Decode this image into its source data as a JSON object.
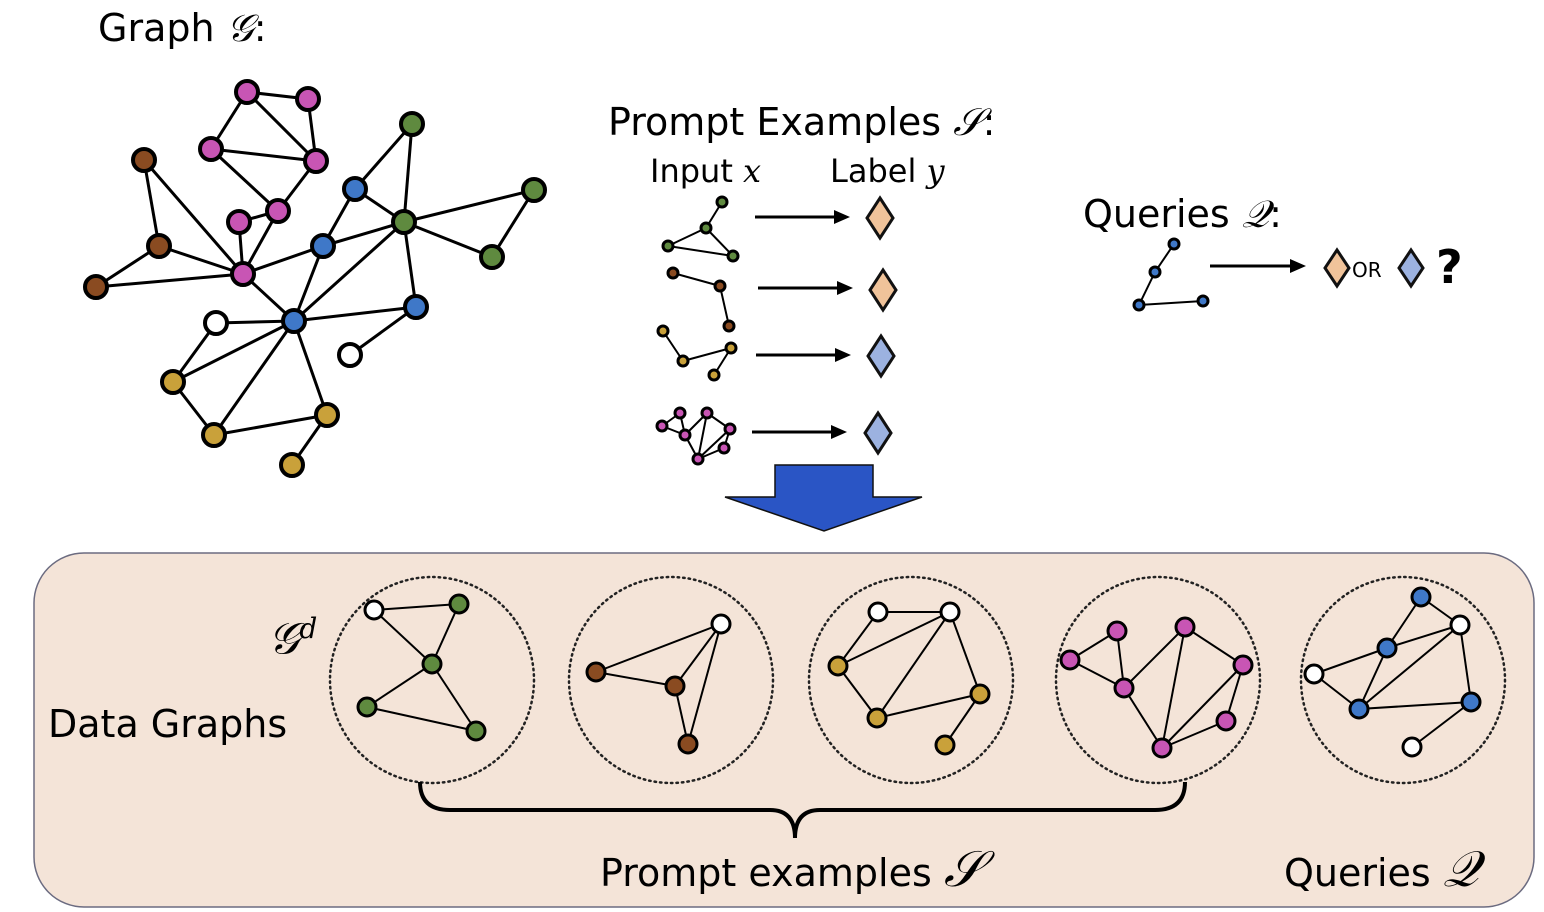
{
  "labels": {
    "graph_title": "Graph",
    "graph_symbol": "𝒢",
    "prompt_title": "Prompt Examples",
    "prompt_symbol": "𝒮",
    "input_label": "Input",
    "input_symbol": "x",
    "label_label": "Label",
    "label_symbol": "y",
    "queries_title": "Queries",
    "queries_symbol": "𝒬",
    "or_text": "OR",
    "question_mark": "?",
    "gd_symbol": "𝒢",
    "gd_superscript": "d",
    "data_graphs": "Data Graphs",
    "prompt_examples_bottom": "Prompt examples",
    "prompt_examples_symbol": "𝒮",
    "queries_bottom": "Queries",
    "queries_bottom_symbol": "𝒬",
    "colon": ":"
  },
  "colors": {
    "pink": "#c855b4",
    "green": "#5f8a3f",
    "brown": "#8a4b21",
    "blue": "#3f78c8",
    "gold": "#c9a13a",
    "white": "#ffffff",
    "label_orange": "#f0c39a",
    "label_blue": "#9cb2e0",
    "arrow_blue": "#2a55c5",
    "panel_bg": "#f4e4d8"
  },
  "prompt_examples": [
    {
      "color": "green",
      "label": "orange"
    },
    {
      "color": "brown",
      "label": "orange"
    },
    {
      "color": "gold",
      "label": "blue"
    },
    {
      "color": "pink",
      "label": "blue"
    }
  ],
  "query": {
    "color": "blue",
    "options": [
      "orange",
      "blue"
    ]
  }
}
